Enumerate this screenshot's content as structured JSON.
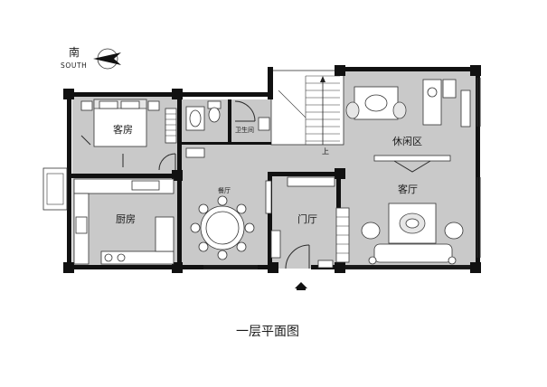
{
  "compass": {
    "direction_cn": "南",
    "direction_en": "SOUTH",
    "icon": "north-arrow-icon"
  },
  "rooms": {
    "guest_room": "客房",
    "bathroom": "卫生间",
    "kitchen": "厨房",
    "dining": "餐厅",
    "foyer": "门厅",
    "lounge": "休闲区",
    "living": "客厅",
    "stair_up": "上"
  },
  "caption": "一层平面图",
  "colors": {
    "floor": "#c9c9c9",
    "wall": "#111111",
    "background": "#ffffff"
  }
}
